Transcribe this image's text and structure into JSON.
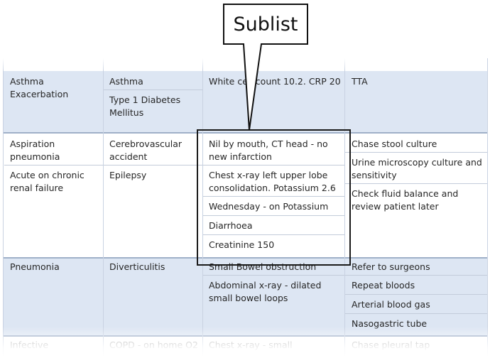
{
  "callout": {
    "label": "Sublist"
  },
  "rows": [
    {
      "col1": [
        "Asthma Exacerbation"
      ],
      "col2": [
        "Asthma",
        "Type 1 Diabetes Mellitus"
      ],
      "col3": [
        "White cell count 10.2. CRP 20"
      ],
      "col4": [
        "TTA"
      ]
    },
    {
      "col1": [
        "Aspiration pneumonia",
        "Acute on chronic renal failure"
      ],
      "col2": [
        "Cerebrovascular accident",
        "Epilepsy"
      ],
      "col3": [
        "Nil by mouth, CT head - no new infarction",
        "Chest x-ray left upper lobe consolidation. Potassium 2.6",
        "Wednesday - on Potassium",
        "Diarrhoea",
        "Creatinine 150"
      ],
      "col4": [
        "Chase stool culture",
        "Urine microscopy culture and sensitivity",
        "Check fluid balance and review patient later"
      ]
    },
    {
      "col1": [
        "Pneumonia"
      ],
      "col2": [
        "Diverticulitis"
      ],
      "col3": [
        "Small Bowel obstruction",
        "Abdominal x-ray - dilated small bowel loops"
      ],
      "col4": [
        "Refer to surgeons",
        "Repeat bloods",
        "Arterial blood gas",
        "Nasogastric tube"
      ]
    },
    {
      "col1": [
        "Infective"
      ],
      "col2": [
        "COPD - on home O2"
      ],
      "col3": [
        "Chest x-ray - small"
      ],
      "col4": [
        "Chase pleural tap"
      ]
    }
  ]
}
